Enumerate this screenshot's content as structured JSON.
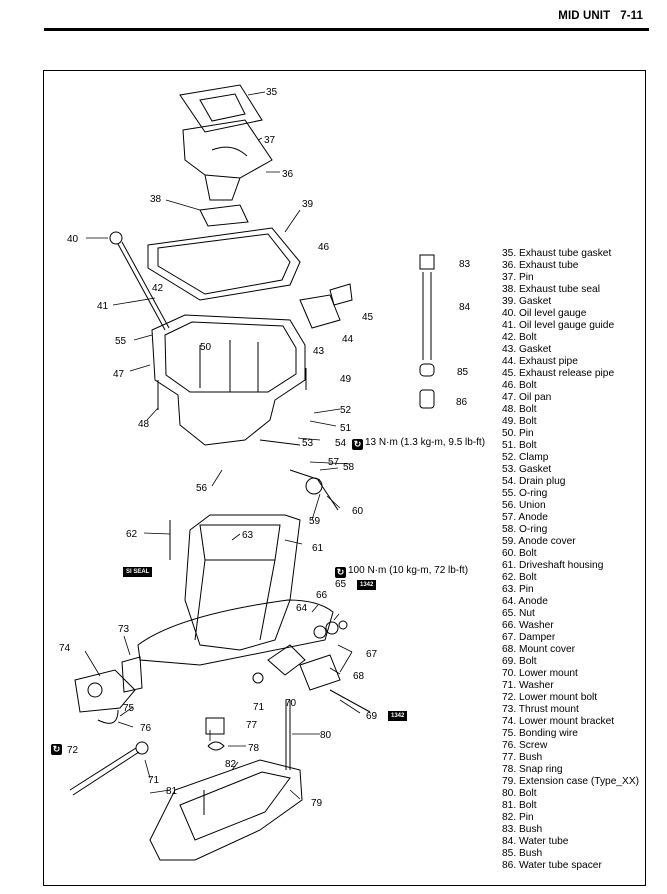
{
  "header": {
    "section": "MID UNIT",
    "page": "7-11"
  },
  "torque": {
    "t54": "13 N·m (1.3 kg-m, 9.5 lb-ft)",
    "t65": "100 N·m (10 kg-m, 72 lb-ft)",
    "t72": "72"
  },
  "lube_labels": {
    "a": "SI SEAL",
    "b": "1342",
    "c": "1342"
  },
  "callouts": [
    "35",
    "37",
    "36",
    "38",
    "39",
    "40",
    "46",
    "42",
    "41",
    "45",
    "55",
    "44",
    "43",
    "50",
    "47",
    "49",
    "48",
    "52",
    "51",
    "53",
    "54",
    "57",
    "58",
    "56",
    "60",
    "59",
    "62",
    "63",
    "61",
    "65",
    "66",
    "64",
    "73",
    "67",
    "74",
    "68",
    "70",
    "71",
    "75",
    "76",
    "69",
    "77",
    "78",
    "80",
    "72",
    "82",
    "71",
    "81",
    "79",
    "83",
    "84",
    "85",
    "86"
  ],
  "parts": [
    "35. Exhaust tube gasket",
    "36. Exhaust tube",
    "37. Pin",
    "38. Exhaust tube seal",
    "39. Gasket",
    "40. Oil level gauge",
    "41. Oil level gauge guide",
    "42. Bolt",
    "43. Gasket",
    "44. Exhaust pipe",
    "45. Exhaust release pipe",
    "46. Bolt",
    "47. Oil pan",
    "48. Bolt",
    "49. Bolt",
    "50. Pin",
    "51. Bolt",
    "52. Clamp",
    "53. Gasket",
    "54. Drain plug",
    "55. O-ring",
    "56. Union",
    "57. Anode",
    "58. O-ring",
    "59. Anode cover",
    "60. Bolt",
    "61. Driveshaft housing",
    "62. Bolt",
    "63. Pin",
    "64. Anode",
    "65. Nut",
    "66. Washer",
    "67. Damper",
    "68. Mount cover",
    "69. Bolt",
    "70. Lower mount",
    "71. Washer",
    "72. Lower mount bolt",
    "73. Thrust mount",
    "74. Lower mount bracket",
    "75. Bonding wire",
    "76. Screw",
    "77. Bush",
    "78. Snap ring",
    "79. Extension case (Type_XX)",
    "80. Bolt",
    "81. Bolt",
    "82. Pin",
    "83. Bush",
    "84. Water tube",
    "85. Bush",
    "86. Water tube spacer"
  ]
}
